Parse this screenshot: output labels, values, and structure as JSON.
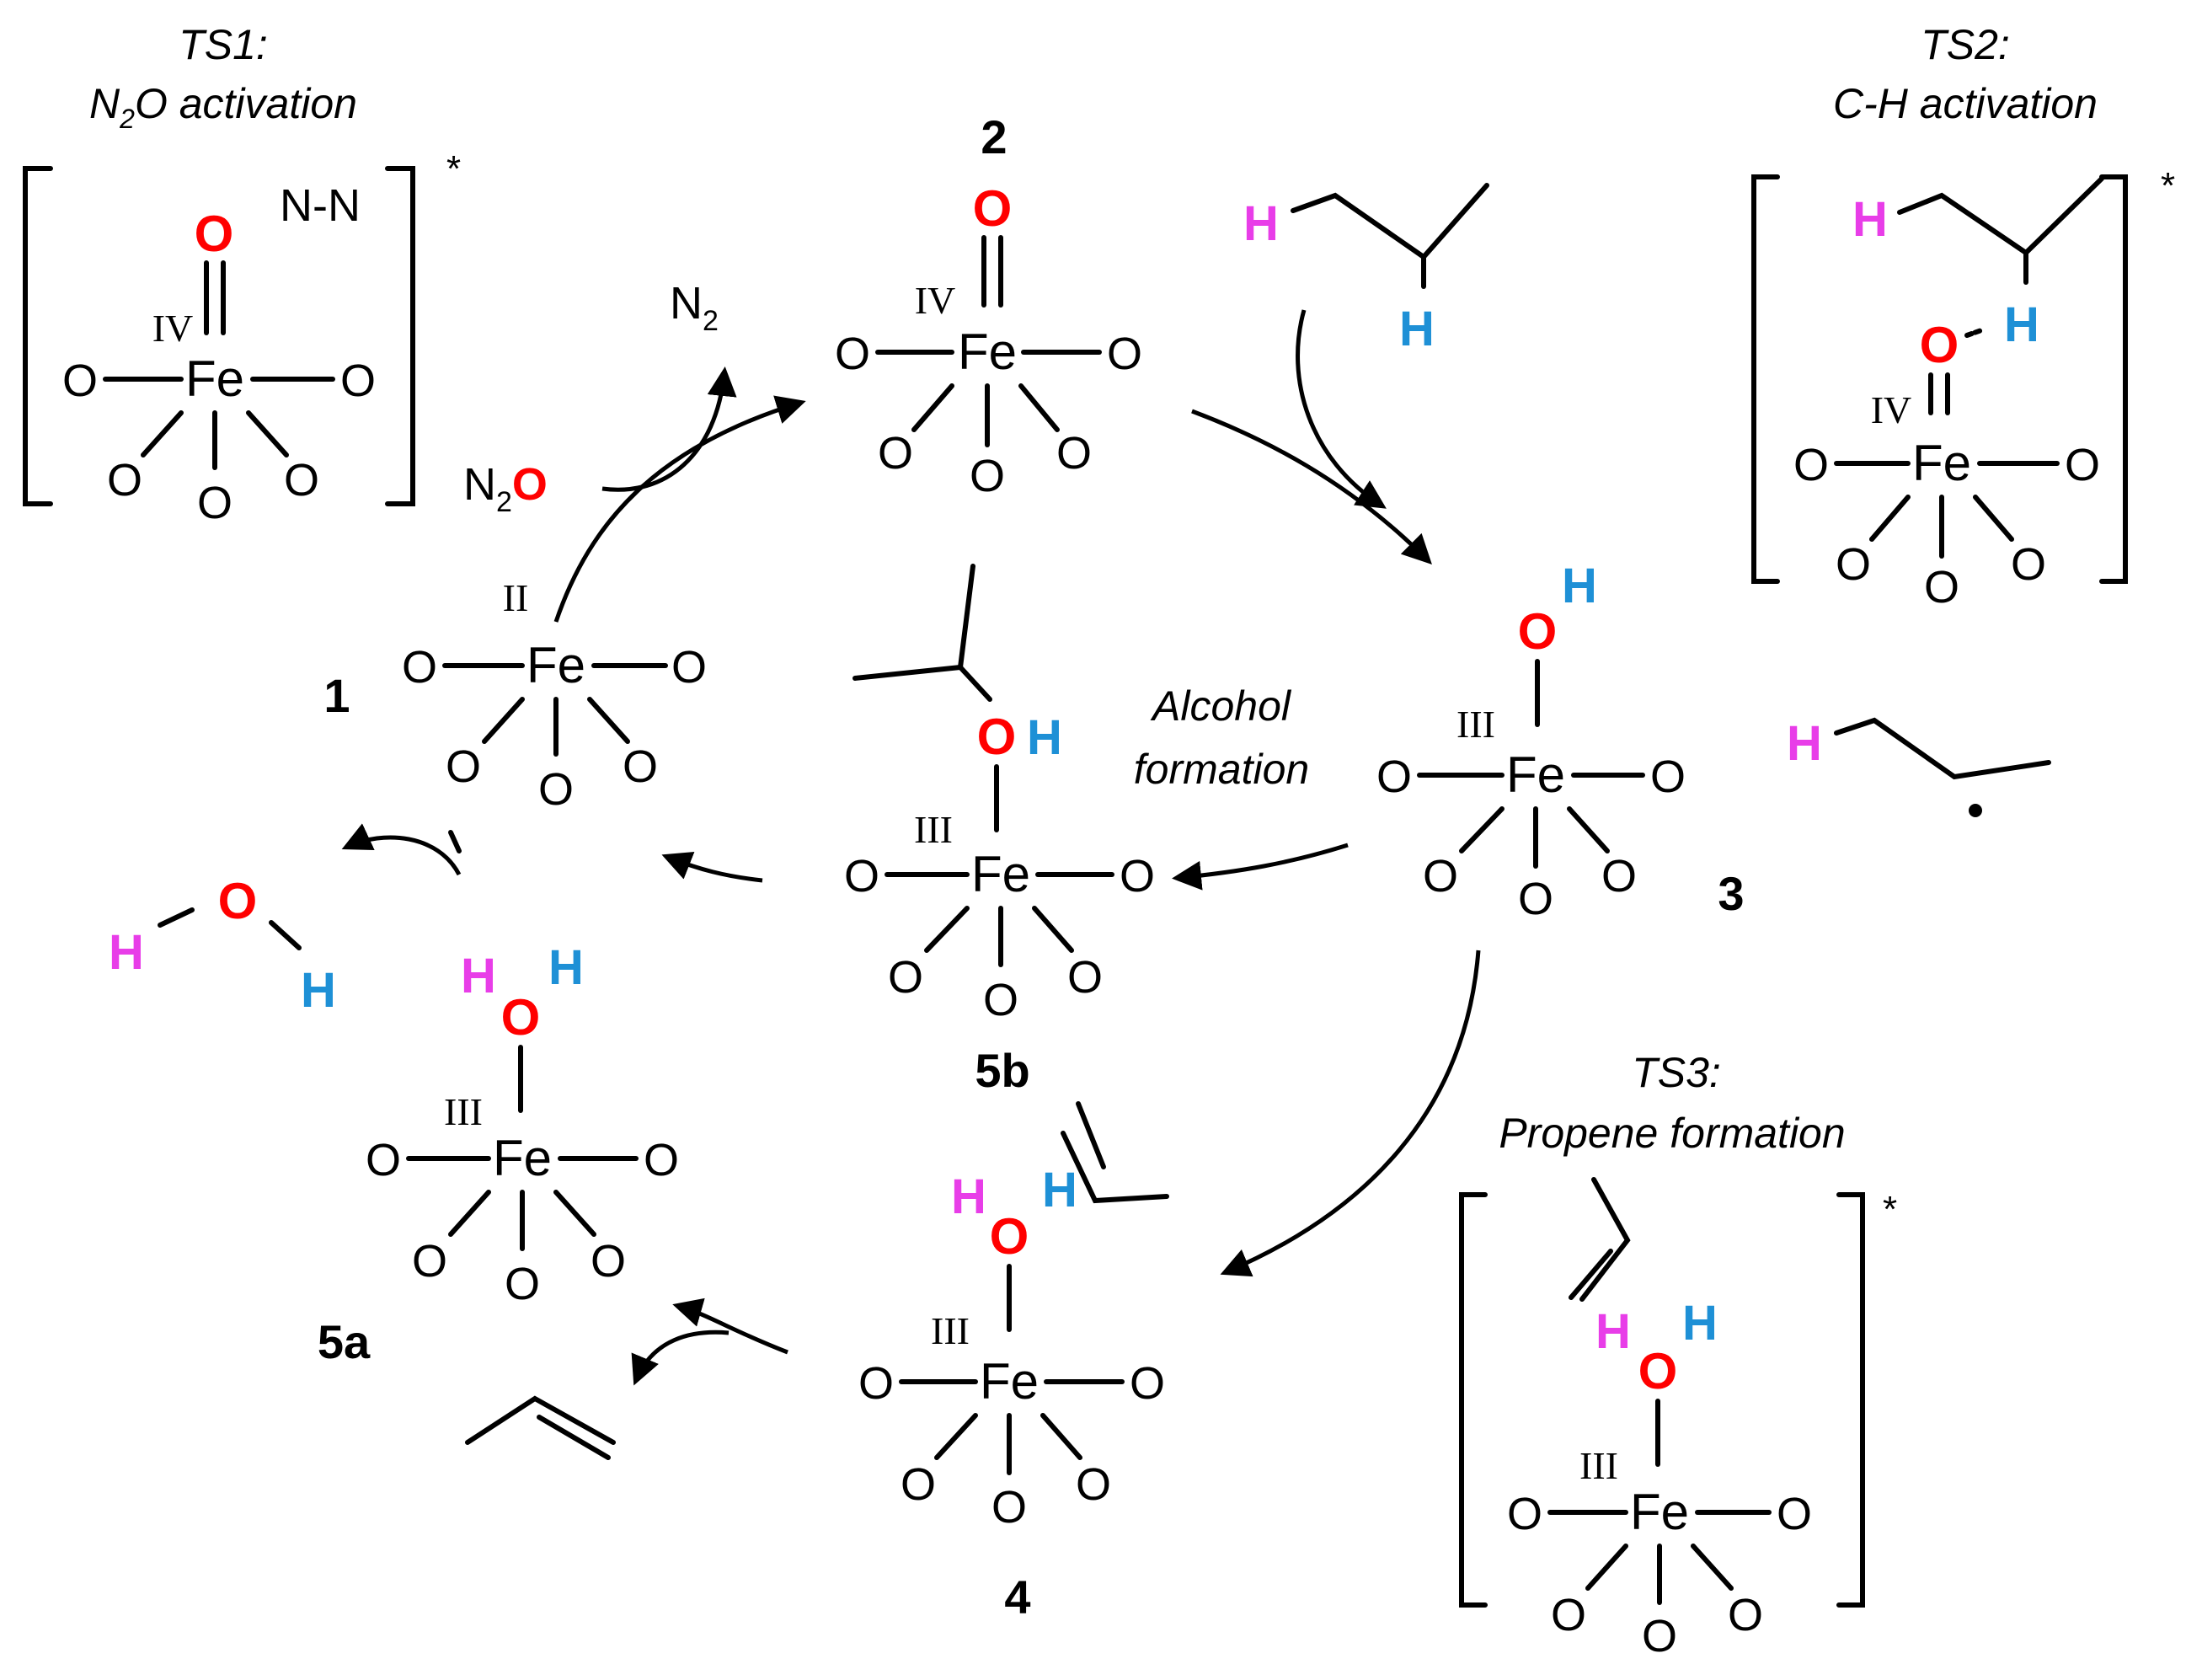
{
  "colors": {
    "oxygen_red": "#ff0000",
    "h_magenta": "#e83de8",
    "h_cyan": "#1e90d6",
    "black": "#000000"
  },
  "ts1": {
    "title": "TS1:",
    "subtitle": "N",
    "subtitle_sub": "2",
    "subtitle_rest": "O activation",
    "nn": "N-N",
    "star": "*"
  },
  "ts2": {
    "title": "TS2:",
    "subtitle": "C-H activation",
    "star": "*"
  },
  "ts3": {
    "title": "TS3:",
    "subtitle": "Propene formation",
    "star": "*"
  },
  "alcohol": {
    "line1": "Alcohol",
    "line2": "formation"
  },
  "species": {
    "s1": "1",
    "s2": "2",
    "s3": "3",
    "s4": "4",
    "s5a": "5a",
    "s5b": "5b"
  },
  "reagents": {
    "n2_main": "N",
    "n2_sub": "2",
    "n2o_main": "N",
    "n2o_sub": "2",
    "n2o_o": "O"
  },
  "atoms": {
    "fe": "Fe",
    "o": "O",
    "h": "H"
  },
  "ox_states": {
    "iv": "IV",
    "iii": "III",
    "ii": "II"
  }
}
